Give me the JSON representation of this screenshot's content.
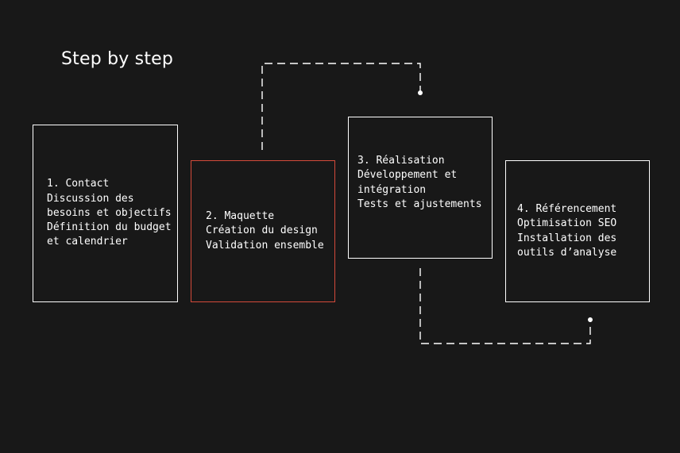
{
  "title": "Step by step",
  "steps": [
    {
      "label": "1. Contact",
      "lines": [
        "Discussion des",
        "besoins et objectifs",
        "Définition du budget",
        "et calendrier"
      ]
    },
    {
      "label": "2. Maquette",
      "lines": [
        "Création du design",
        "Validation ensemble"
      ]
    },
    {
      "label": "3. Réalisation",
      "lines": [
        "Développement et",
        "intégration",
        "Tests et ajustements"
      ]
    },
    {
      "label": "4. Référencement",
      "lines": [
        "Optimisation SEO",
        "Installation des",
        "outils d’analyse"
      ]
    }
  ],
  "colors": {
    "background": "#181818",
    "line": "#ffffff",
    "active_border": "#d44a3a"
  }
}
